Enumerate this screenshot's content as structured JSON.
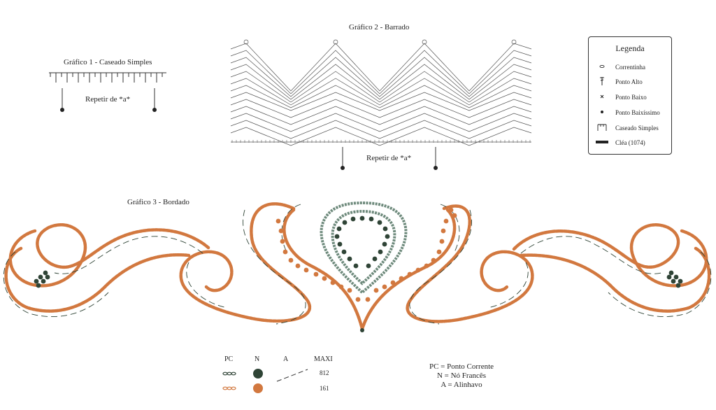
{
  "chart1": {
    "title": "Gráfico 1 - Caseado Simples",
    "repeat": "Repetir de *a*"
  },
  "chart2": {
    "title": "Gráfico 2 - Barrado",
    "repeat": "Repetir de *a*"
  },
  "chart3": {
    "title": "Gráfico 3 - Bordado"
  },
  "legend": {
    "title": "Legenda",
    "items": [
      {
        "icon": "chain-stitch-icon",
        "label": "Correntinha"
      },
      {
        "icon": "double-crochet-icon",
        "label": "Ponto Alto"
      },
      {
        "icon": "single-crochet-icon",
        "label": "Ponto Baixo"
      },
      {
        "icon": "slip-stitch-icon",
        "label": "Ponto Baixíssimo"
      },
      {
        "icon": "blanket-stitch-icon",
        "label": "Caseado Simples"
      },
      {
        "icon": "thread-swatch-icon",
        "label": "Cléa (1074)"
      }
    ]
  },
  "key": {
    "headers": [
      "PC",
      "N",
      "A",
      "MAXI"
    ],
    "rows": [
      {
        "code": "812",
        "color": "#2f4436"
      },
      {
        "code": "161",
        "color": "#d2783f"
      }
    ]
  },
  "abbreviations": [
    "PC =  Ponto Corrente",
    "N = Nó Francês",
    "A = Alinhavo"
  ],
  "colors": {
    "dark": "#2f4436",
    "orange": "#d2783f",
    "line": "#333333"
  }
}
